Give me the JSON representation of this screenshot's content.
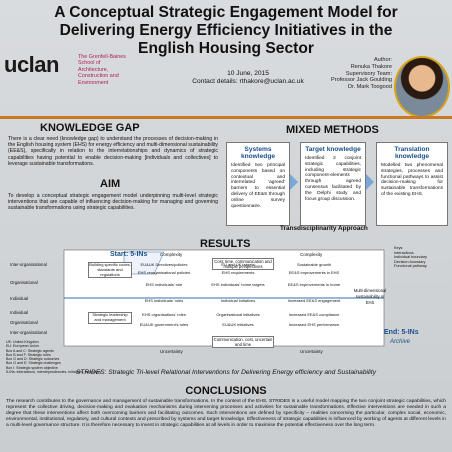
{
  "header": {
    "title_line1": "A Conceptual Strategic Engagement Model for",
    "title_line2": "Delivering Energy Efficiency Initiatives in the",
    "title_line3": "English Housing Sector",
    "logo_text": "uclan",
    "school_lines": [
      "The Grenfell-Baines",
      "School of",
      "Architecture,",
      "Construction and",
      "Environment"
    ],
    "date": "10 June, 2015",
    "contact": "Contact details: rthakore@uclan.ac.uk",
    "authors": [
      "Author:",
      "Renuka Thakore",
      "Supervisory Team:",
      "Professor Jack Goulding",
      "Dr. Mark Toogood"
    ],
    "accent_color": "#c97a20"
  },
  "knowledge_gap": {
    "title": "KNOWLEDGE GAP",
    "text": "There is a clear need (knowledge gap) to understand the processes of decision-making in the English housing system (EHS) for energy efficiency and multi-dimensional sustainability (EE&S), specifically in relation to the interrelationships and dynamics of strategic capabilities having potential to enable decision-making [individuals and collectives] to leverage sustainable transformations."
  },
  "aim": {
    "title": "AIM",
    "text": "To develop a conceptual strategic engagement model underpinning multi-level strategic interventions that are capable of influencing decision-making for managing and governing sustainable transformations using strategic capabilities."
  },
  "mixed_methods": {
    "title": "MIXED METHODS",
    "boxes": [
      {
        "title": "Systems knowledge",
        "text": "Identified two principal components based on contextual and interrelated 'agreed' barriers to essential delivery of EE&S through online survey questionnaire."
      },
      {
        "title": "Target knowledge",
        "text": "Identified 2 conjoint strategic capabilities, including strategic component-elements through agreed consensus facilitated by the Delphi study and focus group discussion."
      },
      {
        "title": "Translation knowledge",
        "text": "Modelled two phenomenal strategies, processes and functional pathways to assist decision-making for sustainable transformations of the existing EHS."
      }
    ],
    "footer": "Transdisciplinarity Approach"
  },
  "results": {
    "title": "RESULTS",
    "start_label": "Start: 5-INs",
    "end_label": "End: 5-INs",
    "end_sub": "Archive",
    "complexity": "Complexity",
    "uncertainty": "Uncertainty",
    "cost_box": "Cost, time, communication and multiple perspectives",
    "comm_box": "Communication, cost, uncertain and time",
    "row_labels": [
      "Inter-organisational",
      "Organisational",
      "Individual",
      "Individual",
      "Organisational",
      "Inter-organisational"
    ],
    "left_boxes": [
      "Building specific codes, standards and regulations",
      "Strategic leadership and management"
    ],
    "mid_boxes": [
      "EU&UK Directives/policies",
      "EU and UK targets",
      "Sustainable growth",
      "EHS reorganisational policies",
      "EHS requirements",
      "EE&S improvements in EHS",
      "EHS individuals' role",
      "EHS individuals' home targets",
      "EE&S improvements in home",
      "EHS individuals' roles",
      "Individual initiatives",
      "Increased EE&S engagement",
      "EHS organisations' roles",
      "Organisational initiatives",
      "Increased EE&S compliance",
      "EU&UK government's roles",
      "EU&UK initiatives",
      "Increased EHS performance"
    ],
    "right_box": "Multi-dimensional sustainability in EHS",
    "legend": [
      "Keys",
      "Interactions",
      "Individual boundary",
      "Decision boundary",
      "Functional pathway"
    ],
    "notes": [
      "UK: United Kingdom",
      "EU: European Union",
      "Box A and C: Strategic agents",
      "Box B and F: Strategic rules",
      "Box G and D: Strategic outcomes",
      "Box G and E: Strategic challenges",
      "Box I: Strategic system objective",
      "5-INs: interactions, interdependencies, initiatives, incentives"
    ]
  },
  "strides": "STRIDES: Strategic Tri-level Relational Interventions for Delivering Energy efficiency and Sustainability",
  "conclusions": {
    "title": "CONCLUSIONS",
    "text": "The research contributes to the governance and management of sustainable transformations. In the context of the EHS, STRIDES is a useful model mapping the two conjoint strategic capabilities, which represent the collective driving, decision-making and evaluation mechanisms during intervening processes and activities for sustainable transformations. Effective interventions are needed in such a degree that these interventions affect both overcoming barriers and facilitating outcomes. Such interventions are defined by specificity – realities concerning the particular, complex social, economic, environmental, institutional, regulatory, and cultural contexts and prescribed by systems and target knowledge. Effectiveness of strategic capabilities is influenced by working of agents at different levels in a multi-level governance structure. It is therefore necessary to invest in strategic capabilities at all levels in order to maximise the potential effectiveness over the long term."
  }
}
